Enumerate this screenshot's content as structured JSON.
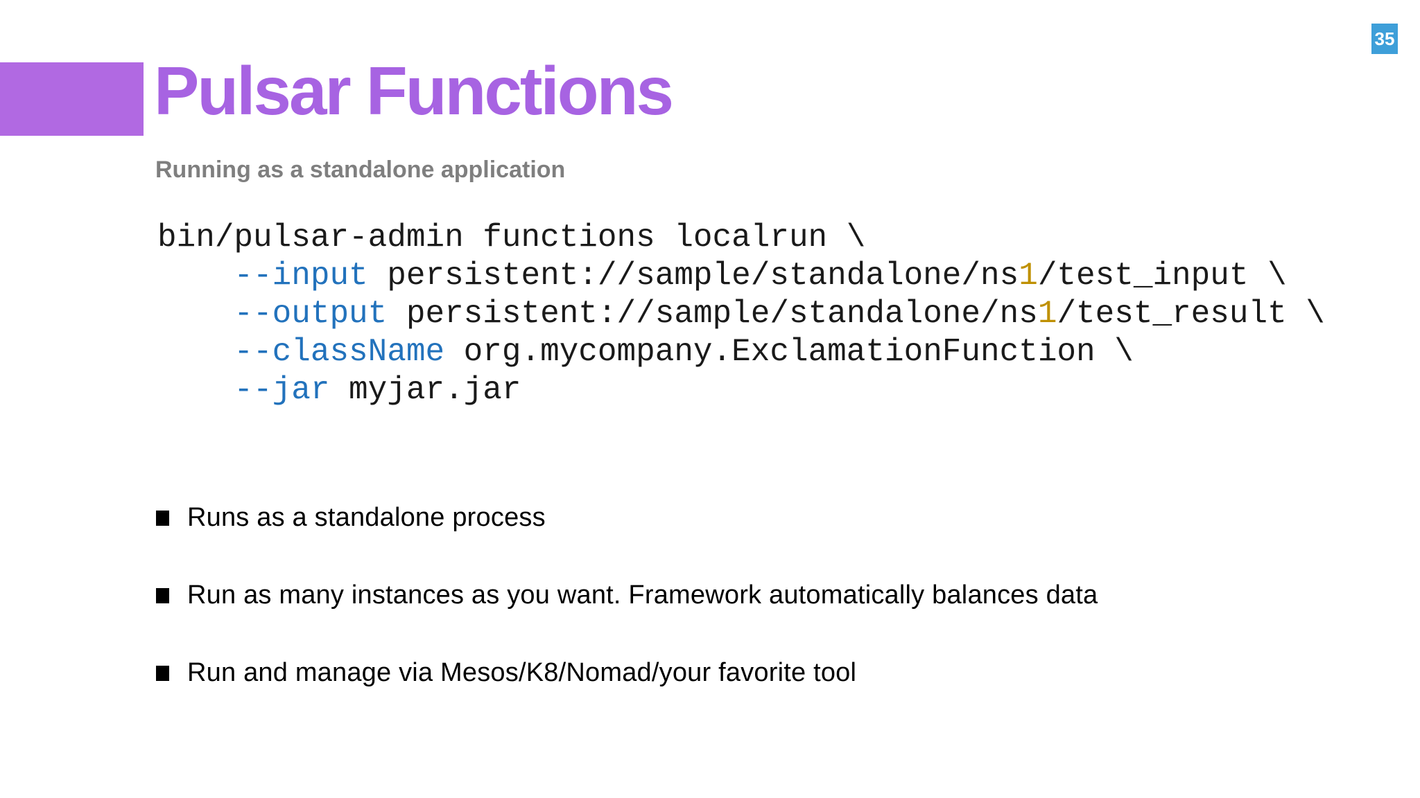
{
  "slide": {
    "page_number": "35",
    "title": "Pulsar Functions",
    "subtitle": "Running as a standalone application",
    "code": {
      "language_hint": "shell",
      "lines": [
        {
          "segments": [
            {
              "type": "plain",
              "text": "bin/pulsar-admin functions localrun \\"
            }
          ]
        },
        {
          "segments": [
            {
              "type": "plain",
              "text": "    "
            },
            {
              "type": "flag",
              "text": "--input"
            },
            {
              "type": "plain",
              "text": " persistent://sample/standalone/ns"
            },
            {
              "type": "number",
              "text": "1"
            },
            {
              "type": "plain",
              "text": "/test_input \\"
            }
          ]
        },
        {
          "segments": [
            {
              "type": "plain",
              "text": "    "
            },
            {
              "type": "flag",
              "text": "--output"
            },
            {
              "type": "plain",
              "text": " persistent://sample/standalone/ns"
            },
            {
              "type": "number",
              "text": "1"
            },
            {
              "type": "plain",
              "text": "/test_result \\"
            }
          ]
        },
        {
          "segments": [
            {
              "type": "plain",
              "text": "    "
            },
            {
              "type": "flag",
              "text": "--className"
            },
            {
              "type": "plain",
              "text": " org.mycompany.ExclamationFunction \\"
            }
          ]
        },
        {
          "segments": [
            {
              "type": "plain",
              "text": "    "
            },
            {
              "type": "flag",
              "text": "--jar"
            },
            {
              "type": "plain",
              "text": " myjar.jar"
            }
          ]
        }
      ]
    },
    "bullets": [
      "Runs as a standalone process",
      "Run as many instances as you want. Framework automatically balances data",
      "Run and manage via Mesos/K8/Nomad/your favorite tool"
    ]
  },
  "colors": {
    "accent_purple": "#B169E2",
    "title_purple": "#A763E2",
    "subtitle_gray": "#7F7F7F",
    "code_text": "#1A1A1A",
    "code_flag_blue": "#2272BC",
    "code_number_gold": "#BF9000",
    "badge_blue": "#3E9FD9",
    "badge_text": "#FFFFFF",
    "bullet_text": "#000000"
  }
}
